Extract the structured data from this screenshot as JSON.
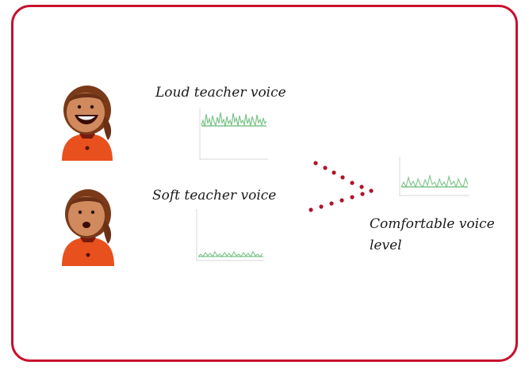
{
  "labels": {
    "loud": "Loud teacher voice",
    "soft": "Soft teacher voice",
    "comfortable": "Comfortable voice level"
  },
  "colors": {
    "frame": "#c8102e",
    "dots": "#b0142c",
    "waveform": "#7cc48a",
    "axis": "#d9d9d9",
    "shirt": "#e8501e"
  },
  "icons": {
    "loud_avatar": "shouting-teacher-doll",
    "soft_avatar": "quiet-teacher-doll"
  }
}
